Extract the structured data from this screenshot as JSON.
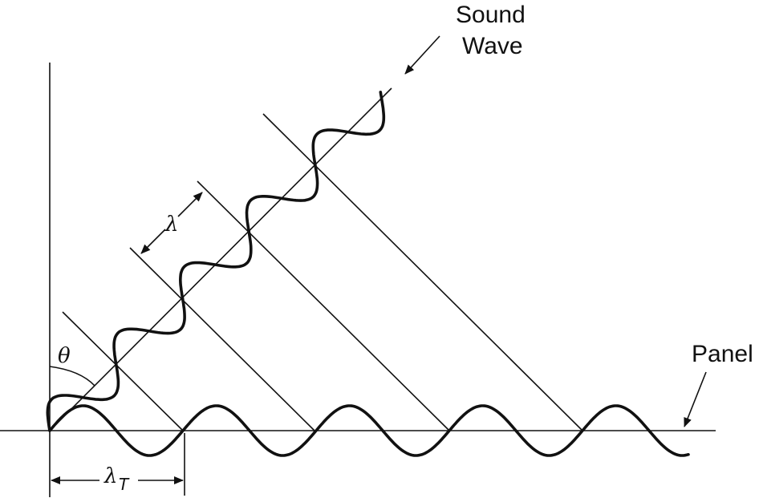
{
  "labels": {
    "sound_wave_line1": "Sound",
    "sound_wave_line2": "Wave",
    "panel": "Panel",
    "theta": "θ",
    "lambda": "λ",
    "lambda_t": "λ",
    "lambda_t_sub": "T"
  }
}
